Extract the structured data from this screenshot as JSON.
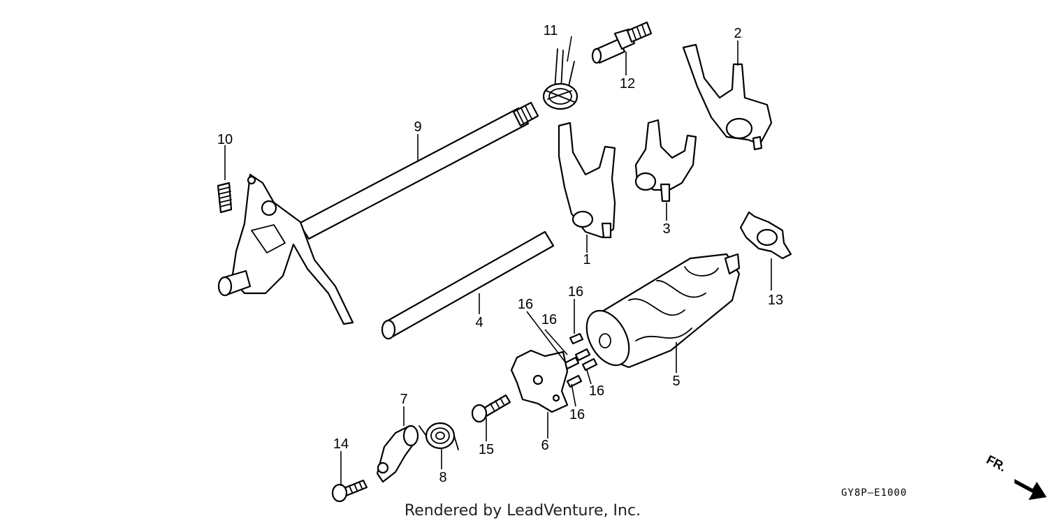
{
  "diagram": {
    "diagram_code": "GY8P—E1000",
    "credit": "Rendered by LeadVenture, Inc.",
    "direction_label": "FR.",
    "callouts": {
      "c1": "1",
      "c2": "2",
      "c3": "3",
      "c4": "4",
      "c5": "5",
      "c6": "6",
      "c7": "7",
      "c8": "8",
      "c9": "9",
      "c10": "10",
      "c11": "11",
      "c12": "12",
      "c13": "13",
      "c14": "14",
      "c15": "15",
      "c16a": "16",
      "c16b": "16",
      "c16c": "16",
      "c16d": "16",
      "c16e": "16"
    }
  }
}
